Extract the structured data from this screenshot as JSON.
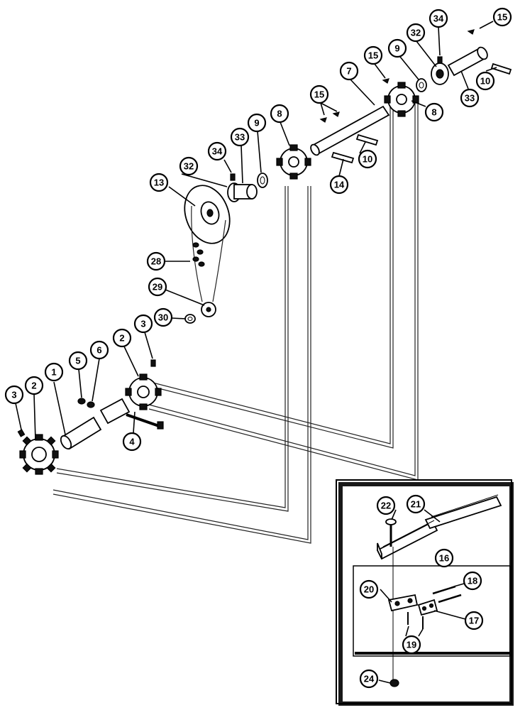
{
  "callouts": [
    {
      "id": "c1",
      "label": "1"
    },
    {
      "id": "c2a",
      "label": "2"
    },
    {
      "id": "c2b",
      "label": "2"
    },
    {
      "id": "c3a",
      "label": "3"
    },
    {
      "id": "c3b",
      "label": "3"
    },
    {
      "id": "c4",
      "label": "4"
    },
    {
      "id": "c5",
      "label": "5"
    },
    {
      "id": "c6",
      "label": "6"
    },
    {
      "id": "c7",
      "label": "7"
    },
    {
      "id": "c8a",
      "label": "8"
    },
    {
      "id": "c8b",
      "label": "8"
    },
    {
      "id": "c9a",
      "label": "9"
    },
    {
      "id": "c9b",
      "label": "9"
    },
    {
      "id": "c10a",
      "label": "10"
    },
    {
      "id": "c10b",
      "label": "10"
    },
    {
      "id": "c13",
      "label": "13"
    },
    {
      "id": "c14",
      "label": "14"
    },
    {
      "id": "c15a",
      "label": "15"
    },
    {
      "id": "c15b",
      "label": "15"
    },
    {
      "id": "c15c",
      "label": "15"
    },
    {
      "id": "c16",
      "label": "16"
    },
    {
      "id": "c17",
      "label": "17"
    },
    {
      "id": "c18",
      "label": "18"
    },
    {
      "id": "c19",
      "label": "19"
    },
    {
      "id": "c20",
      "label": "20"
    },
    {
      "id": "c21",
      "label": "21"
    },
    {
      "id": "c22",
      "label": "22"
    },
    {
      "id": "c24",
      "label": "24"
    },
    {
      "id": "c28",
      "label": "28"
    },
    {
      "id": "c29",
      "label": "29"
    },
    {
      "id": "c30",
      "label": "30"
    },
    {
      "id": "c32a",
      "label": "32"
    },
    {
      "id": "c32b",
      "label": "32"
    },
    {
      "id": "c33a",
      "label": "33"
    },
    {
      "id": "c33b",
      "label": "33"
    },
    {
      "id": "c34a",
      "label": "34"
    },
    {
      "id": "c34b",
      "label": "34"
    }
  ]
}
